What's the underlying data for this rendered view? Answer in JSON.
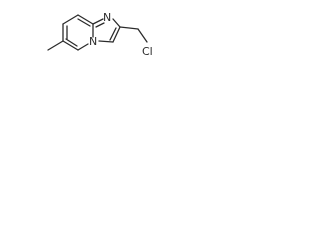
{
  "molecule": {
    "atoms": {
      "n_imidazole": "N",
      "n_bridgehead": "N",
      "chlorine": "Cl"
    },
    "colors": {
      "bond": "#2b2b2b",
      "label": "#2b2b2b"
    }
  }
}
